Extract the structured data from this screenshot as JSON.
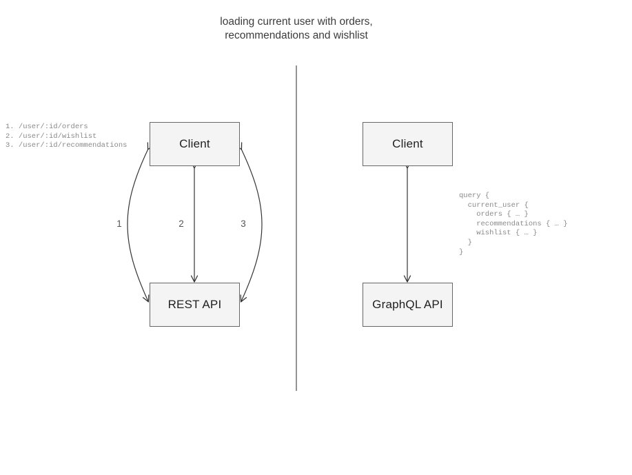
{
  "diagram": {
    "title": "loading current user with orders,\nrecommendations and wishlist",
    "divider": {
      "name": "vertical-divider",
      "color": "#777777"
    }
  },
  "left_panel": {
    "name": "rest-approach",
    "nodes": {
      "client": "Client",
      "api": "REST API"
    },
    "edges": [
      {
        "label": "1",
        "style": "arc-left",
        "direction": "bidirectional"
      },
      {
        "label": "2",
        "style": "straight",
        "direction": "bidirectional"
      },
      {
        "label": "3",
        "style": "arc-right",
        "direction": "bidirectional"
      }
    ],
    "endpoints_annotation": "1. /user/:id/orders\n2. /user/:id/wishlist\n3. /user/:id/recommendations"
  },
  "right_panel": {
    "name": "graphql-approach",
    "nodes": {
      "client": "Client",
      "api": "GraphQL API"
    },
    "edges": [
      {
        "label": "",
        "style": "straight",
        "direction": "bidirectional"
      }
    ],
    "query_annotation": "query {\n  current_user {\n    orders { … }\n    recommendations { … }\n    wishlist { … }\n  }\n}"
  },
  "colors": {
    "node_fill": "#f4f4f4",
    "node_border": "#666666",
    "line": "#444444",
    "annotation_text": "#8a8a8a",
    "title_text": "#3c3c3c"
  }
}
